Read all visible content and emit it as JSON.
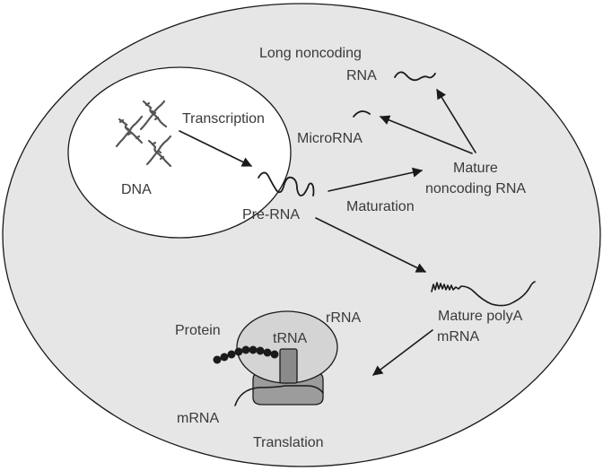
{
  "labels": {
    "transcription": "Transcription",
    "dna": "DNA",
    "pre_rna": "Pre-RNA",
    "maturation": "Maturation",
    "long_noncoding_line1": "Long noncoding",
    "long_noncoding_line2": "RNA",
    "microrna": "MicroRNA",
    "mature_noncoding_line1": "Mature",
    "mature_noncoding_line2": "noncoding RNA",
    "mature_polya_line1": "Mature polyA",
    "mature_polya_line2": "mRNA",
    "protein": "Protein",
    "rrna": "rRNA",
    "trna": "tRNA",
    "mrna": "mRNA",
    "translation": "Translation"
  },
  "colors": {
    "cell_fill": "#e6e6e6",
    "nucleus_fill": "#ffffff",
    "ribosome_large": "#d4d4d4",
    "ribosome_small": "#9c9c9c",
    "trna_fill": "#8a8a8a",
    "protein_beads": "#1a1a1a",
    "outline": "#1a1a1a"
  },
  "icons": {
    "dna": "chromosome-icon",
    "pre_rna": "squiggle-rna-icon",
    "ribosome": "ribosome-icon"
  }
}
